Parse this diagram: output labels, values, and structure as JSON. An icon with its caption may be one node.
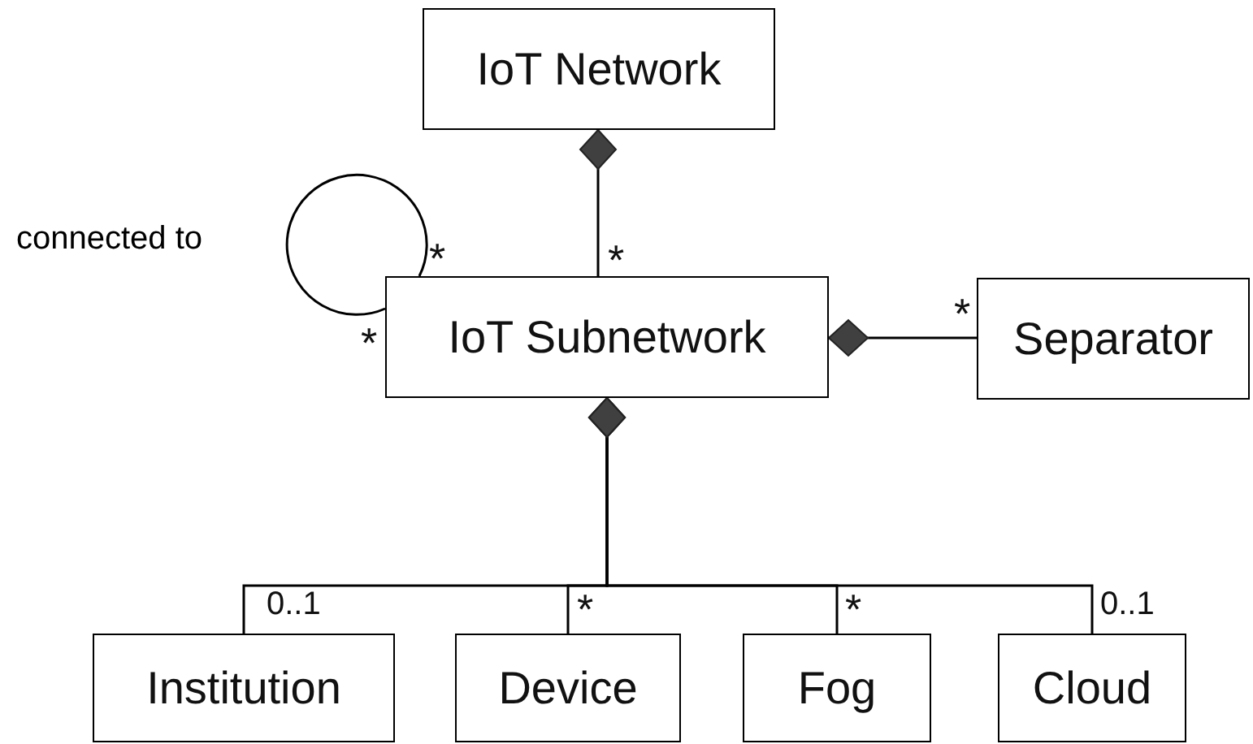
{
  "diagram": {
    "nodes": [
      {
        "text": [
          "IoT Network"
        ]
      },
      {
        "text": [
          "IoT Subnetwork"
        ]
      },
      {
        "text": [
          "Separator"
        ]
      },
      {
        "text": [
          "Institution"
        ]
      },
      {
        "text": [
          "Device"
        ]
      },
      {
        "text": [
          "Fog"
        ]
      },
      {
        "text": [
          "Cloud"
        ]
      }
    ],
    "edges": [
      {
        "from": 0,
        "to": 1,
        "arrow": "other"
      },
      {
        "from": 1,
        "to": 1,
        "arrow": "none",
        "label": "connected to"
      },
      {
        "from": 1,
        "to": 2,
        "arrow": "other"
      },
      {
        "from": 1,
        "to": 3,
        "arrow": "other"
      },
      {
        "from": 1,
        "to": 4,
        "arrow": "other"
      },
      {
        "from": 1,
        "to": 5,
        "arrow": "other"
      },
      {
        "from": 1,
        "to": 6,
        "arrow": "other"
      }
    ],
    "labels": [
      "*",
      "*",
      "*",
      "*",
      "0..1",
      "*",
      "*",
      "0..1"
    ]
  }
}
